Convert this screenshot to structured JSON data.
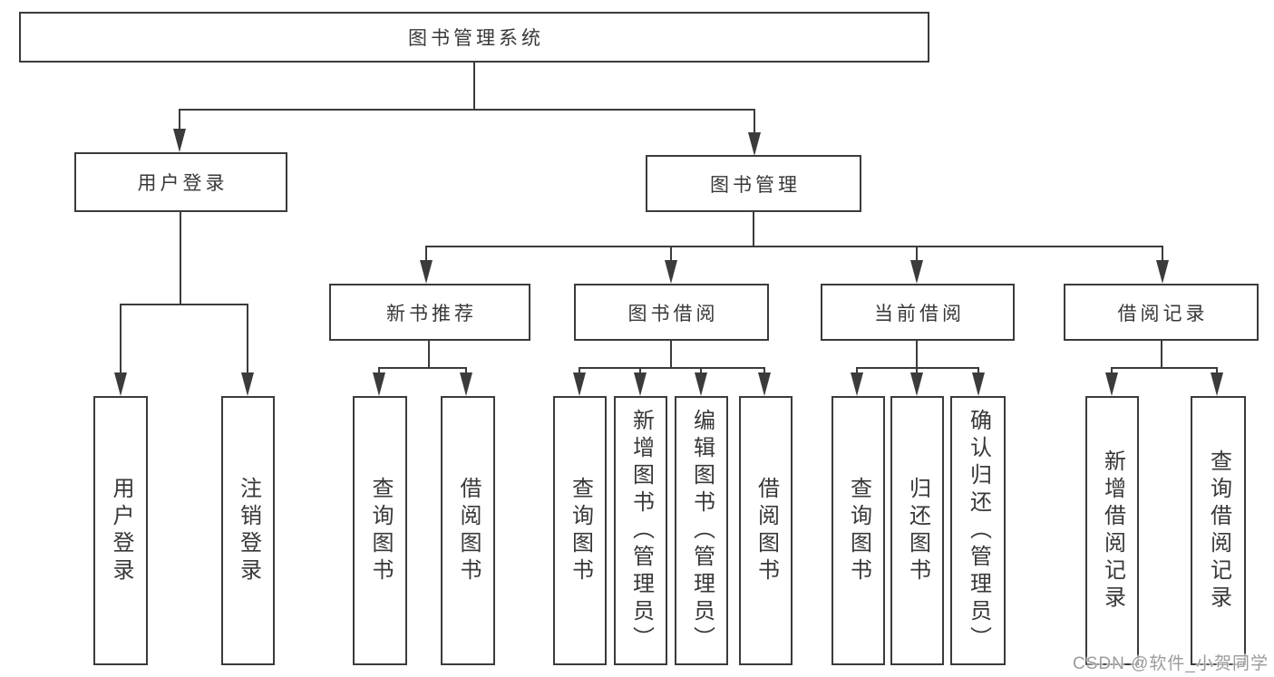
{
  "watermark": "CSDN @软件_小贺同学",
  "colors": {
    "line": "#3b3b3b",
    "text": "#383838",
    "watermark": "#9b9b9b",
    "background": "#ffffff"
  },
  "tree": {
    "root": {
      "label": "图书管理系统"
    },
    "branches": [
      {
        "label": "用户登录",
        "children": [
          {
            "label": "用户登录"
          },
          {
            "label": "注销登录"
          }
        ]
      },
      {
        "label": "图书管理",
        "children": [
          {
            "label": "新书推荐",
            "children": [
              {
                "label": "查询图书"
              },
              {
                "label": "借阅图书"
              }
            ]
          },
          {
            "label": "图书借阅",
            "children": [
              {
                "label": "查询图书"
              },
              {
                "label": "新增图书（管理员）"
              },
              {
                "label": "编辑图书（管理员）"
              },
              {
                "label": "借阅图书"
              }
            ]
          },
          {
            "label": "当前借阅",
            "children": [
              {
                "label": "查询图书"
              },
              {
                "label": "归还图书"
              },
              {
                "label": "确认归还（管理员）"
              }
            ]
          },
          {
            "label": "借阅记录",
            "children": [
              {
                "label": "新增借阅记录"
              },
              {
                "label": "查询借阅记录"
              }
            ]
          }
        ]
      }
    ]
  }
}
